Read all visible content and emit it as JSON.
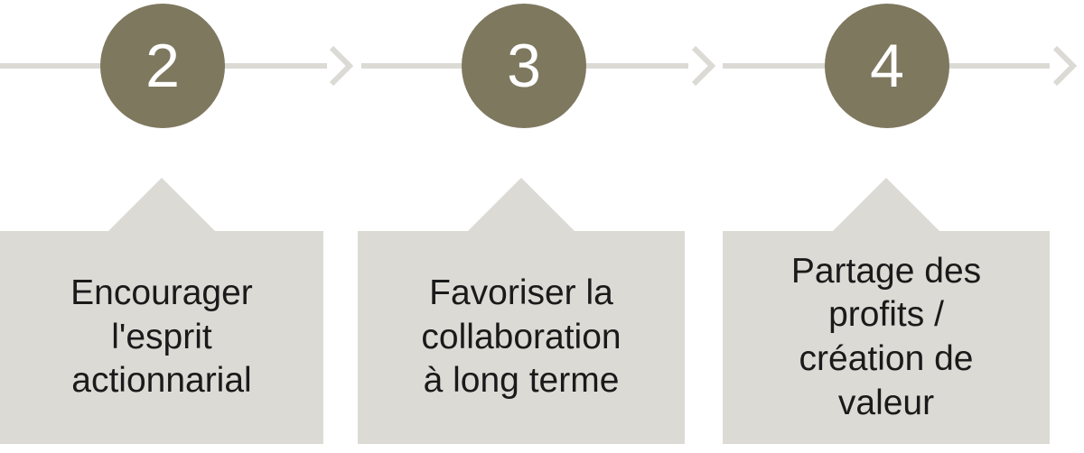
{
  "colors": {
    "circle": "#7e785f",
    "circle_text": "#ffffff",
    "box": "#dcdad5",
    "connector": "#dcdad5",
    "text": "#1a1a1a"
  },
  "steps": [
    {
      "number": "2",
      "label": "Encourager\nl'esprit\nactionnarial"
    },
    {
      "number": "3",
      "label": "Favoriser la\ncollaboration\nà long terme"
    },
    {
      "number": "4",
      "label": "Partage des\nprofits /\ncréation de\nvaleur"
    }
  ]
}
